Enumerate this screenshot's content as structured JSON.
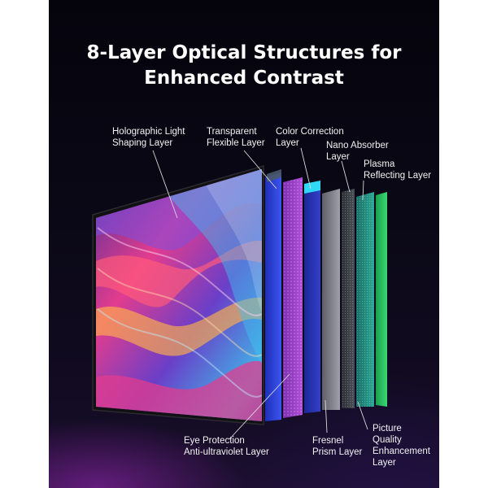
{
  "title_line1": "8-Layer Optical Structures for",
  "title_line2": "Enhanced Contrast",
  "labels": {
    "holographic_1": "Holographic Light",
    "holographic_2": "Shaping Layer",
    "transparent_1": "Transparent",
    "transparent_2": "Flexible Layer",
    "color_1": "Color Correction",
    "color_2": "Layer",
    "nano_1": "Nano Absorber",
    "nano_2": "Layer",
    "plasma_1": "Plasma",
    "plasma_2": "Reflecting Layer",
    "eye_1": "Eye Protection",
    "eye_2": "Anti-ultraviolet Layer",
    "fresnel_1": "Fresnel",
    "fresnel_2": "Prism Layer",
    "picture_1": "Picture",
    "picture_2": "Quality",
    "picture_3": "Enhancement",
    "picture_4": "Layer"
  },
  "colors": {
    "background": "#0a0816",
    "text": "#ffffff",
    "layer_blue": "#2b3fd6",
    "layer_purple": "#9a3fc4",
    "layer_cyan": "#29d0f0",
    "layer_navy": "#2732a8",
    "layer_gray": "#8a8a95",
    "layer_green": "#1fb85a",
    "layer_teal": "#1e8f7e"
  }
}
